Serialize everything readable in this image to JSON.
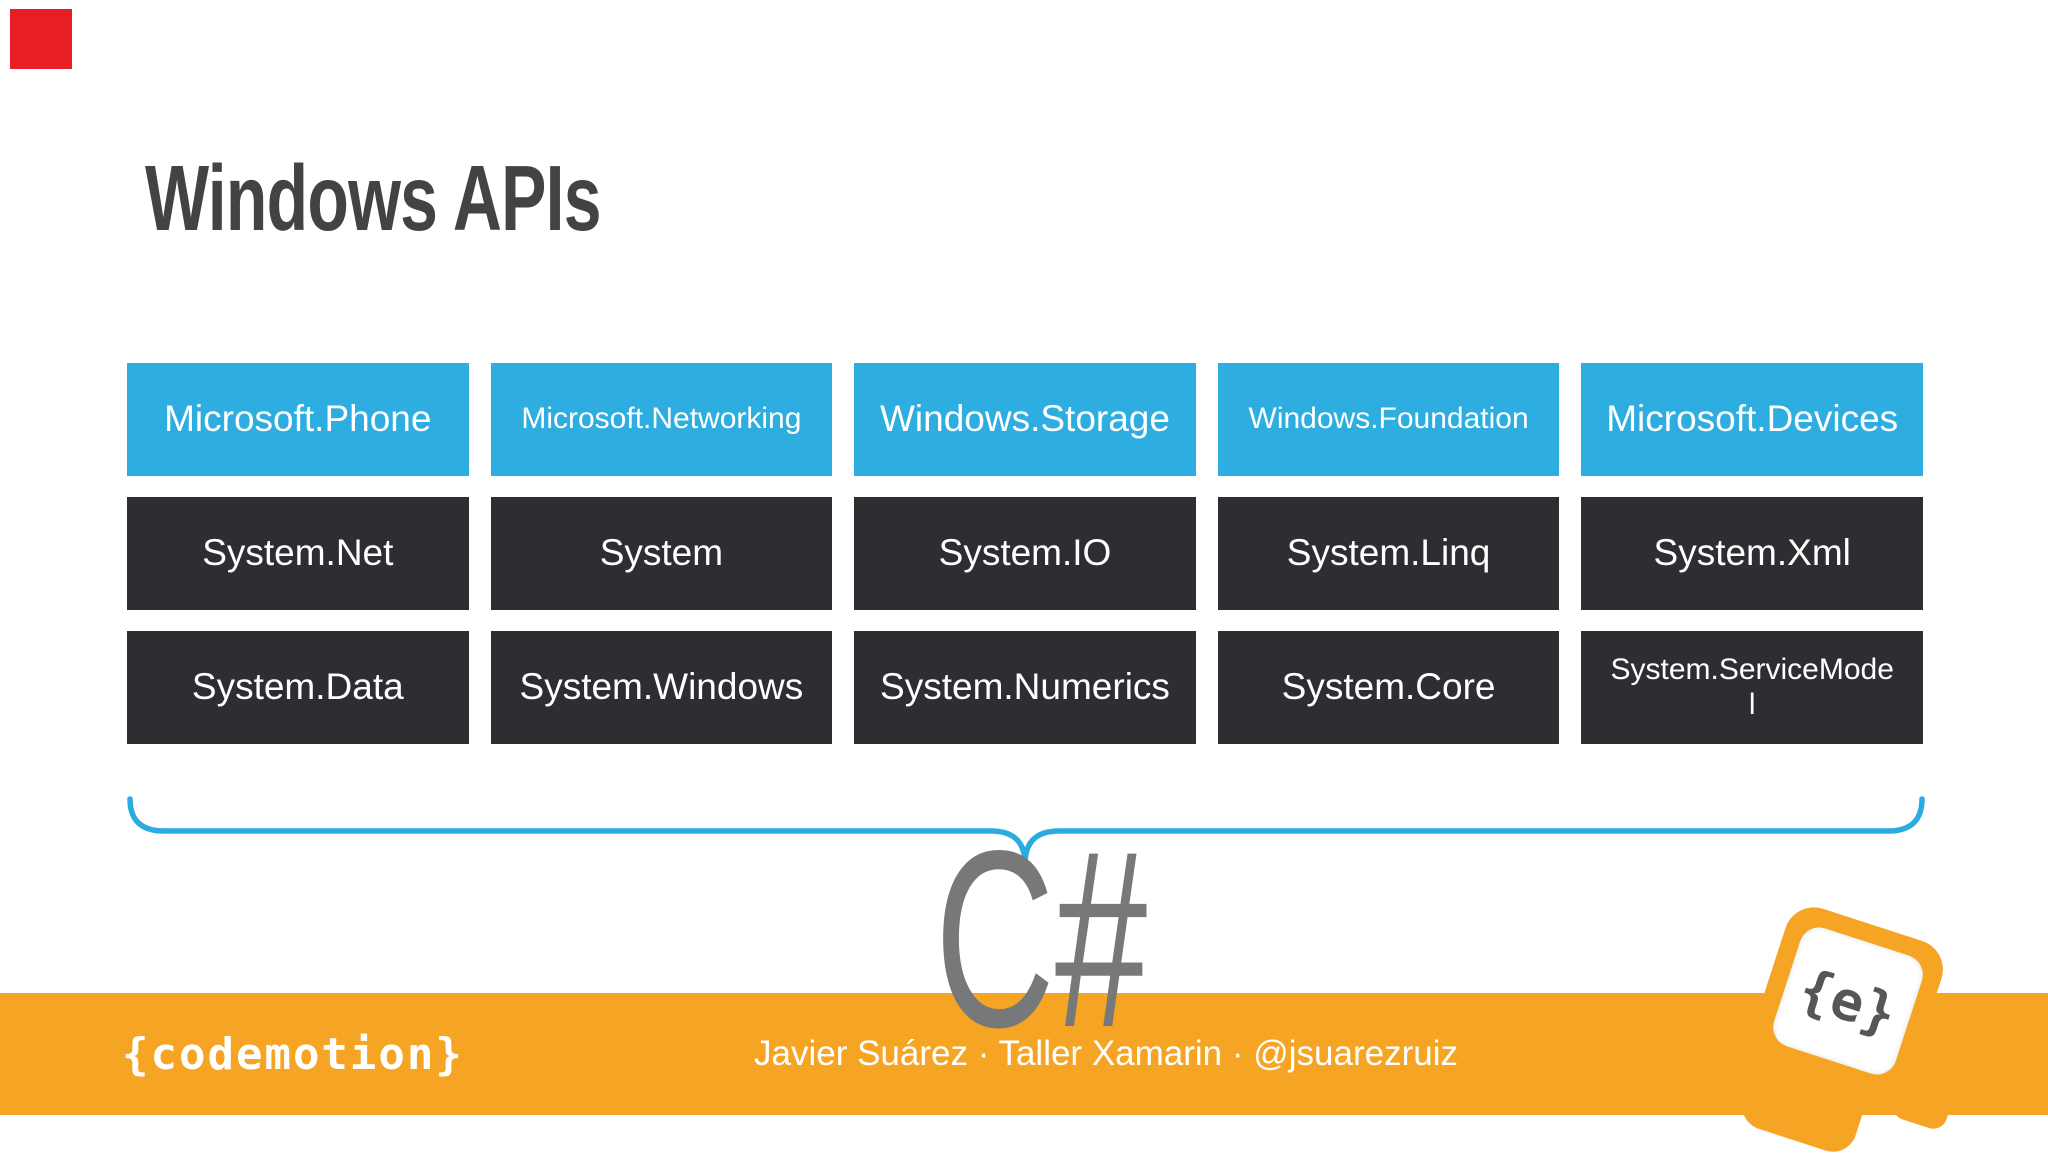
{
  "title": "Windows APIs",
  "boxes": {
    "row1": [
      "Microsoft.Phone",
      "Microsoft.Networking",
      "Windows.Storage",
      "Windows.Foundation",
      "Microsoft.Devices"
    ],
    "row2": [
      "System.Net",
      "System",
      "System.IO",
      "System.Linq",
      "System.Xml"
    ],
    "row3": [
      "System.Data",
      "System.Windows",
      "System.Numerics",
      "System.Core",
      "System.ServiceMode\nl"
    ]
  },
  "brace_label": "C#",
  "footer": {
    "logo_text": "{codemotion}",
    "credits": "Javier Suárez · Taller Xamarin · @jsuarezruiz",
    "badge_glyph": "{e}"
  },
  "colors": {
    "box_blue": "#2dade0",
    "box_dark": "#2e2d31",
    "footer_orange": "#f5a423",
    "brace_blue": "#2aace1",
    "csharp_gray": "#77787a",
    "title_gray": "#434244",
    "marker_red": "#e81e25"
  }
}
